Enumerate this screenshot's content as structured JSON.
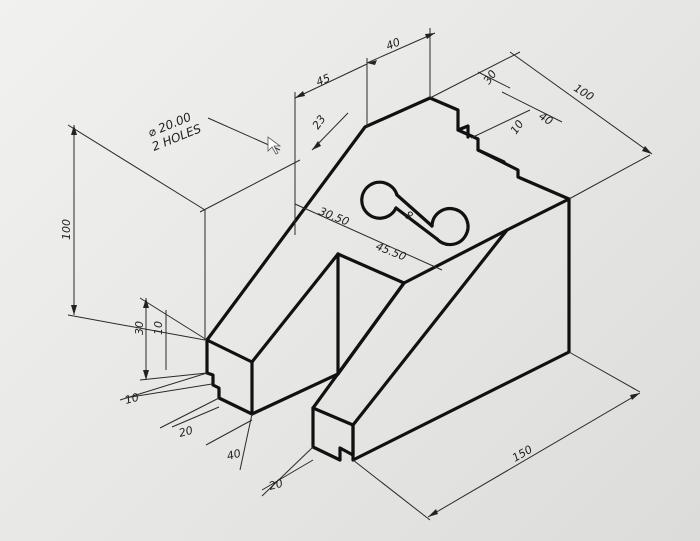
{
  "drawing": {
    "note": {
      "line1": "⌀ 20.00",
      "line2": "2 HOLES"
    },
    "dimensions": {
      "d40_top": "40",
      "d45": "45",
      "d23": "23",
      "d30_top": "30",
      "d10_top": "10",
      "d40_right": "40",
      "d100_right": "100",
      "d100_left": "100",
      "d30_left": "30",
      "d10_left": "10",
      "d10_bottom": "10",
      "d20_bottom": "20",
      "d40_bottom": "40",
      "d20_bottom2": "20",
      "d150": "150",
      "d30_50": "30.50",
      "d45_50": "45.50",
      "d8": "8"
    }
  }
}
